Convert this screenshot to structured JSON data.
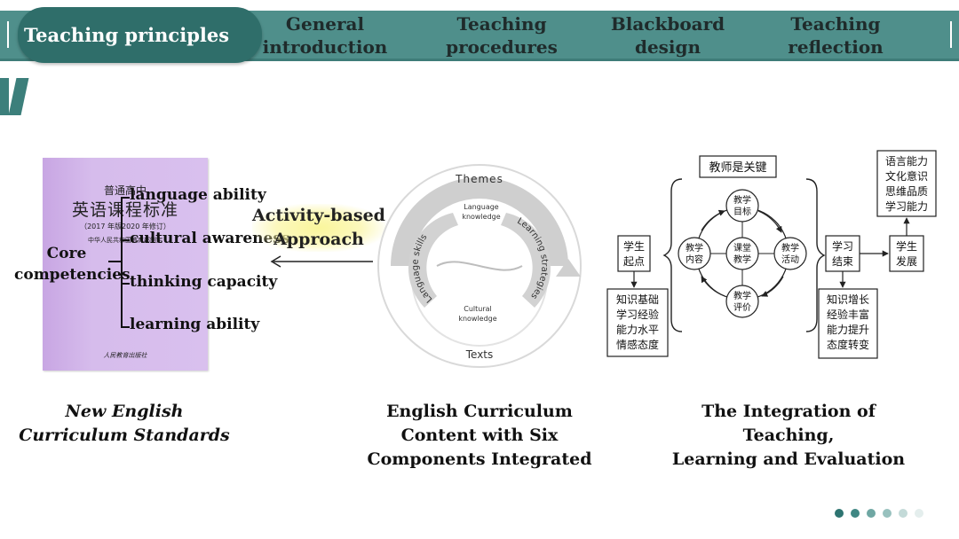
{
  "nav": {
    "active_tab": "Teaching principles",
    "tabs": [
      {
        "label": "General\nintroduction"
      },
      {
        "label": "Teaching\nprocedures"
      },
      {
        "label": "Blackboard\ndesign"
      },
      {
        "label": "Teaching\nreflection"
      }
    ]
  },
  "book": {
    "line1": "普通高中",
    "line2": "英语课程标准",
    "line3": "（2017 年版2020 年修订）",
    "line4": "中华人民共和国教育部制定",
    "publisher": "人民教育出版社"
  },
  "competencies": {
    "label": "Core\ncompetencies",
    "items": [
      "language ability",
      "cultural awareness",
      "thinking capacity",
      "learning ability"
    ]
  },
  "activity": "Activity-based\nApproach",
  "circle": {
    "top": "Themes",
    "bottom": "Texts",
    "left_arc": "Language skills",
    "right_arc": "Learning strategies",
    "inner_top": "Language\nknowledge",
    "inner_bottom": "Cultural\nknowledge"
  },
  "flow": {
    "teacher_key": "教师是关键",
    "start": "学生\n起点",
    "start_detail": [
      "知识基础",
      "学习经验",
      "能力水平",
      "情感态度"
    ],
    "center": "课堂\n教学",
    "goal": "教学\n目标",
    "content": "教学\n内容",
    "activity": "教学\n活动",
    "evaluation": "教学\n评价",
    "end": "学习\n结束",
    "end_detail": [
      "知识增长",
      "经验丰富",
      "能力提升",
      "态度转变"
    ],
    "development": "学生\n发展",
    "development_detail": [
      "语言能力",
      "文化意识",
      "思维品质",
      "学习能力"
    ]
  },
  "captions": {
    "left": "New English\nCurriculum Standards",
    "middle": "English Curriculum\nContent with Six\nComponents Integrated",
    "right": "The Integration of Teaching,\nLearning and Evaluation"
  },
  "pagination": {
    "count": 6,
    "current": 1,
    "colors": [
      "#2e7471",
      "#3f8783",
      "#6fa7a3",
      "#98c1be",
      "#c3dad8",
      "#e4eeed"
    ]
  }
}
